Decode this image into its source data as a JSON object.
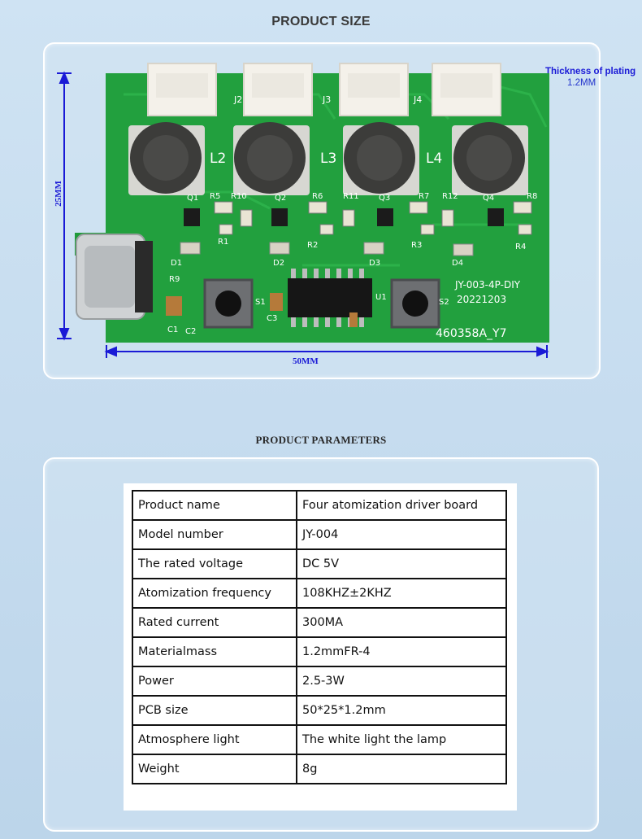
{
  "sections": {
    "product_size_title": "PRODUCT SIZE",
    "product_parameters_title": "PRODUCT PARAMETERS"
  },
  "dimensions": {
    "thickness_title": "Thickness of plating",
    "thickness_value": "1.2MM",
    "width": "50MM",
    "height": "25MM"
  },
  "board_markings": {
    "connectors": [
      "J2",
      "J3",
      "J4"
    ],
    "inductors": [
      "L2",
      "L3",
      "L4"
    ],
    "resistors": [
      "R5",
      "R10",
      "R6",
      "R11",
      "R7",
      "R12",
      "R8",
      "R1",
      "R2",
      "R3",
      "R4",
      "R9"
    ],
    "transistors": [
      "Q1",
      "Q2",
      "Q3",
      "Q4"
    ],
    "diodes": [
      "D1",
      "D2",
      "D3",
      "D4"
    ],
    "chip": "U1",
    "switches": [
      "S1",
      "S2"
    ],
    "capacitors": [
      "C1",
      "C2",
      "C3"
    ],
    "model_text": "JY-003-4P-DIY",
    "date_text": "20221203",
    "serial_text": "460358A_Y7"
  },
  "parameters": [
    {
      "name": "Product name",
      "value": "Four atomization driver board"
    },
    {
      "name": "Model number",
      "value": "JY-004"
    },
    {
      "name": "The rated voltage",
      "value": "DC 5V"
    },
    {
      "name": "Atomization frequency",
      "value": "108KHZ±2KHZ"
    },
    {
      "name": "Rated current",
      "value": "300MA"
    },
    {
      "name": "Materialmass",
      "value": "1.2mmFR-4"
    },
    {
      "name": "Power",
      "value": "2.5-3W"
    },
    {
      "name": "PCB size",
      "value": "50*25*1.2mm"
    },
    {
      "name": "Atmosphere light",
      "value": "The white light the lamp"
    },
    {
      "name": "Weight",
      "value": "8g"
    }
  ],
  "colors": {
    "pcb_green": "#1f9a3a",
    "dimension_blue": "#1a1ad6"
  }
}
